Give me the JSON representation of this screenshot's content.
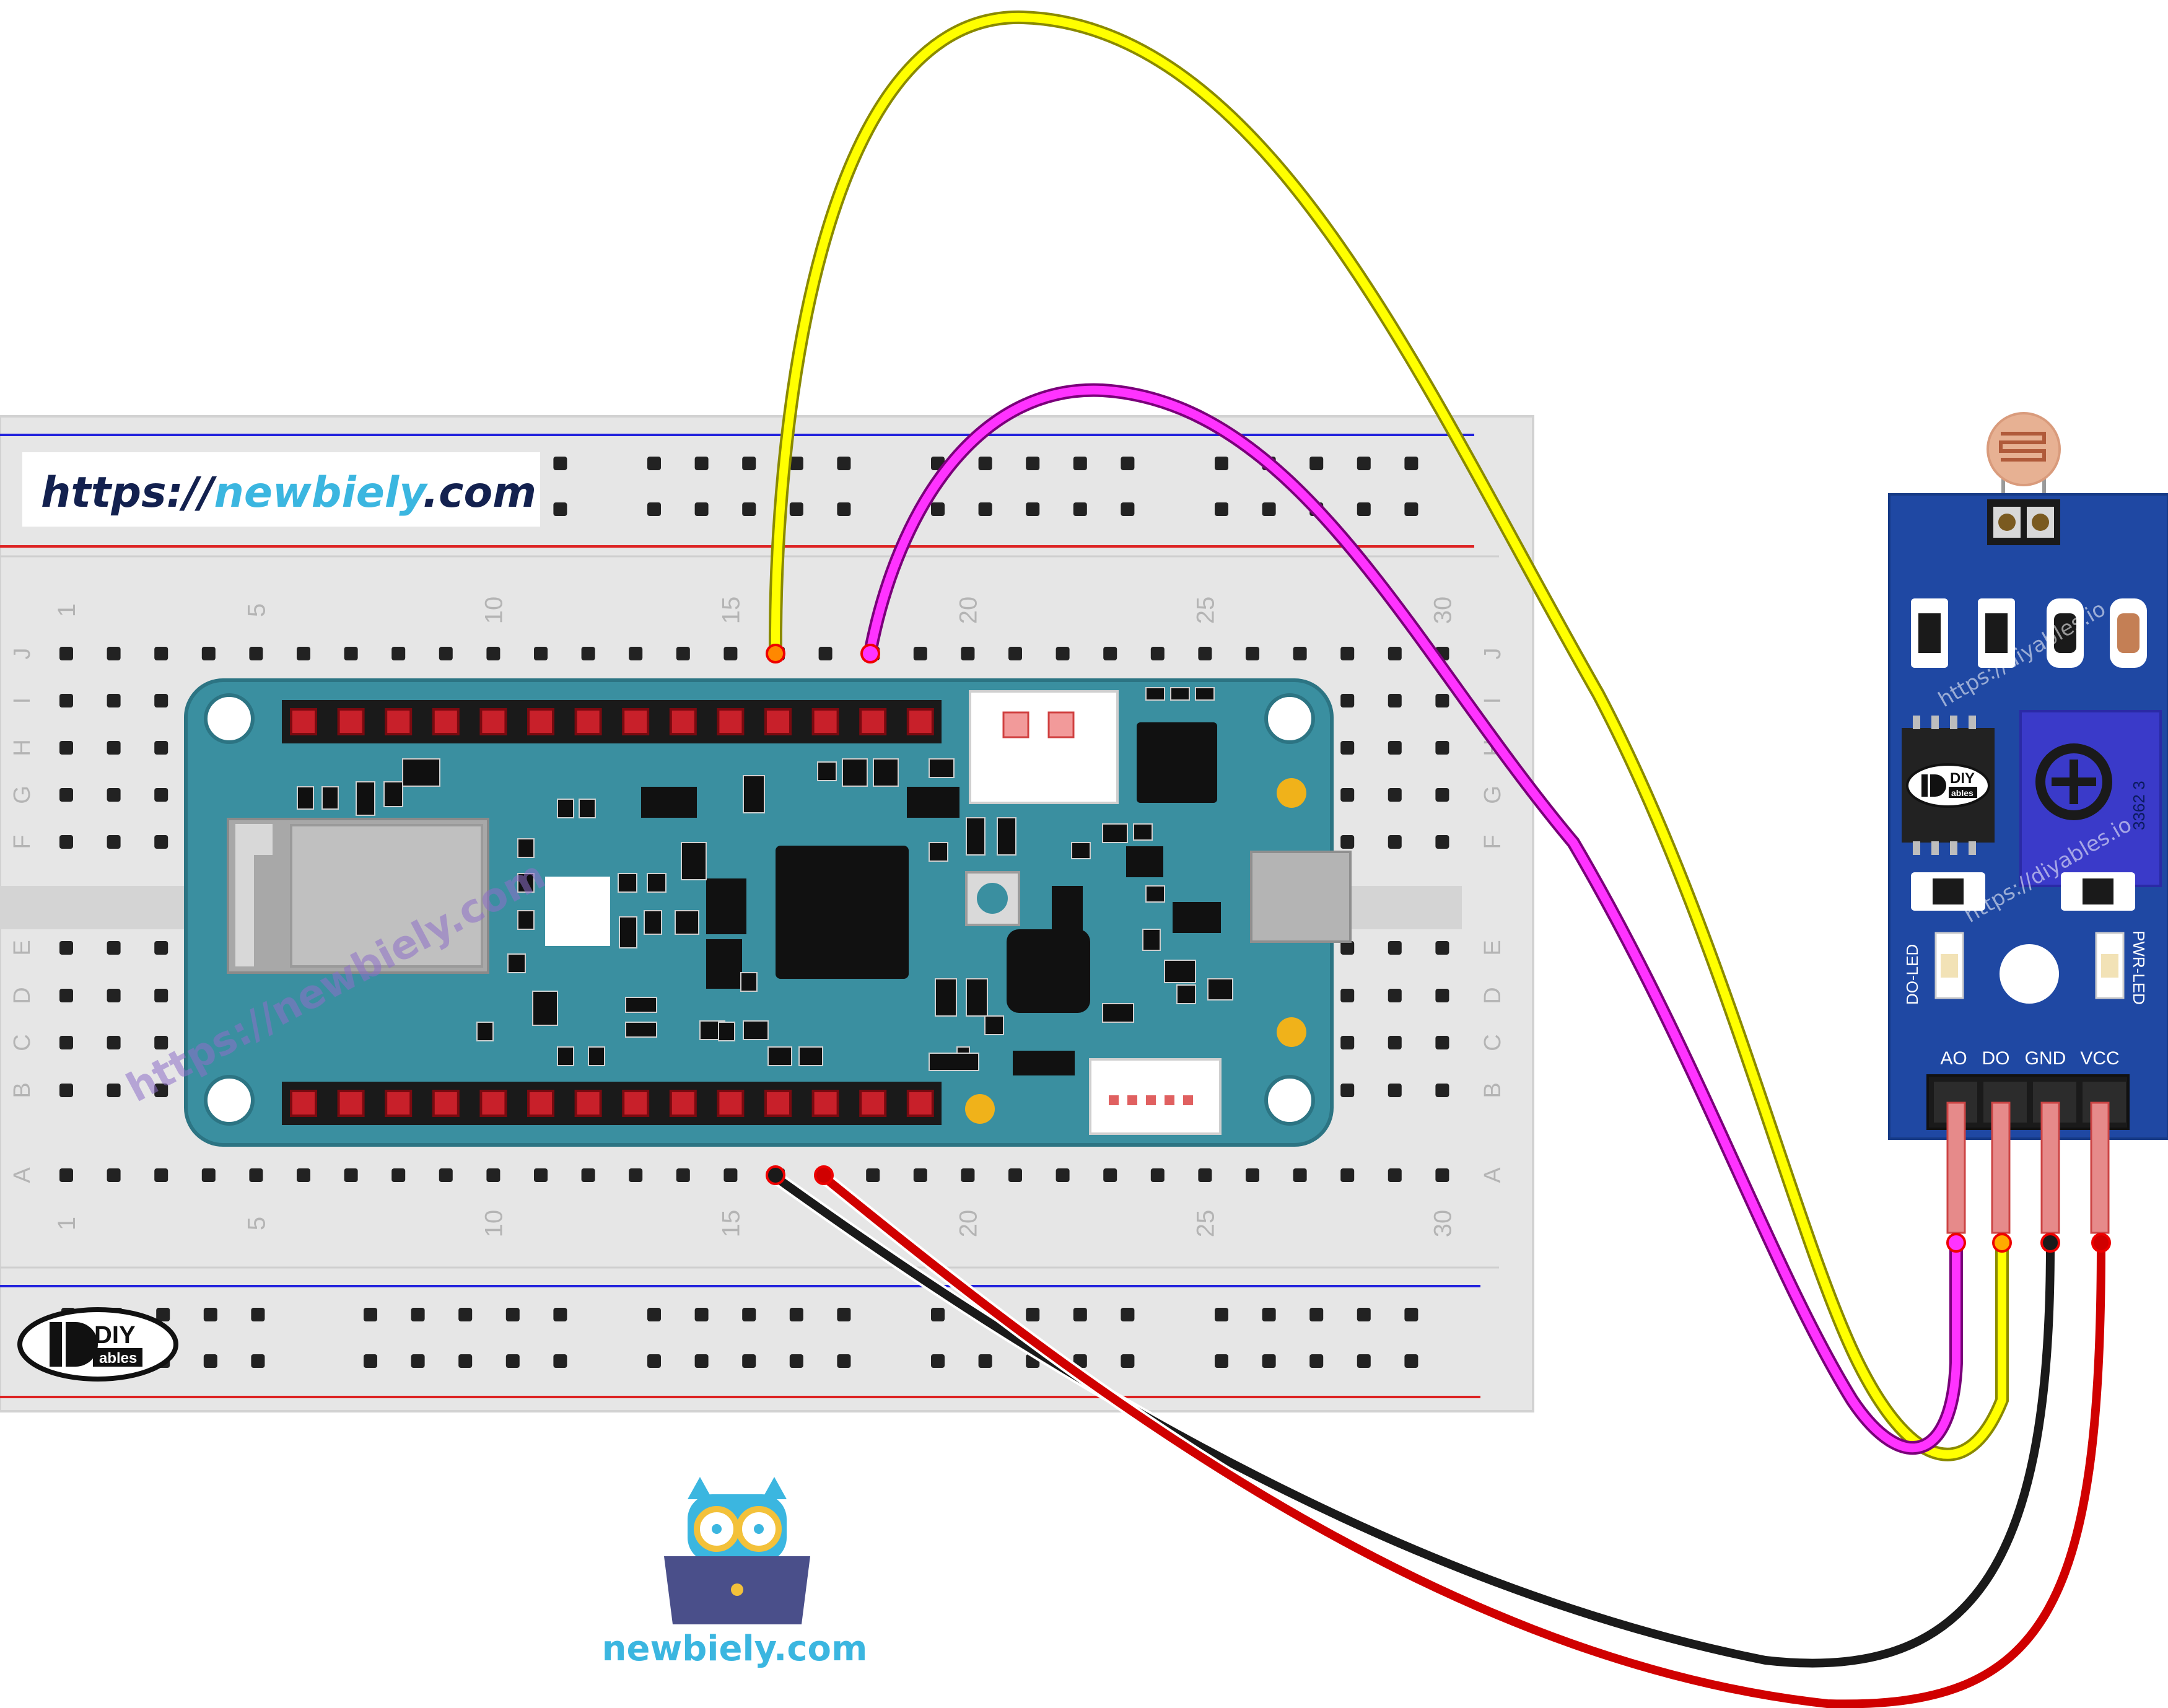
{
  "watermark_url": {
    "prefix": "https://",
    "brand": "newbiely",
    "suffix": ".com"
  },
  "breadboard": {
    "column_numbers": [
      "1",
      "5",
      "10",
      "15",
      "20",
      "25",
      "30"
    ],
    "row_letters_top": [
      "J",
      "I",
      "H",
      "G",
      "F"
    ],
    "row_letters_bottom": [
      "E",
      "D",
      "C",
      "B",
      "A"
    ],
    "logo_text": "DIY",
    "logo_sub": "ables"
  },
  "arduino_watermark": "https://newbiely.com",
  "sensor_module": {
    "pin_labels": [
      "AO",
      "DO",
      "GND",
      "VCC"
    ],
    "led_left_label": "DO-LED",
    "led_right_label": "PWR-LED",
    "pot_marking": "3362 3",
    "watermark": "https://diyables.io",
    "chip_logo_text": "DIY",
    "chip_logo_sub": "ables"
  },
  "owl_logo_caption": "newbiely.com",
  "wires": [
    {
      "name": "yellow-wire",
      "color": "#ffff00"
    },
    {
      "name": "magenta-wire",
      "color": "#ff33ff"
    },
    {
      "name": "black-wire",
      "color": "#1a1a1a"
    },
    {
      "name": "red-wire",
      "color": "#d00000"
    }
  ]
}
